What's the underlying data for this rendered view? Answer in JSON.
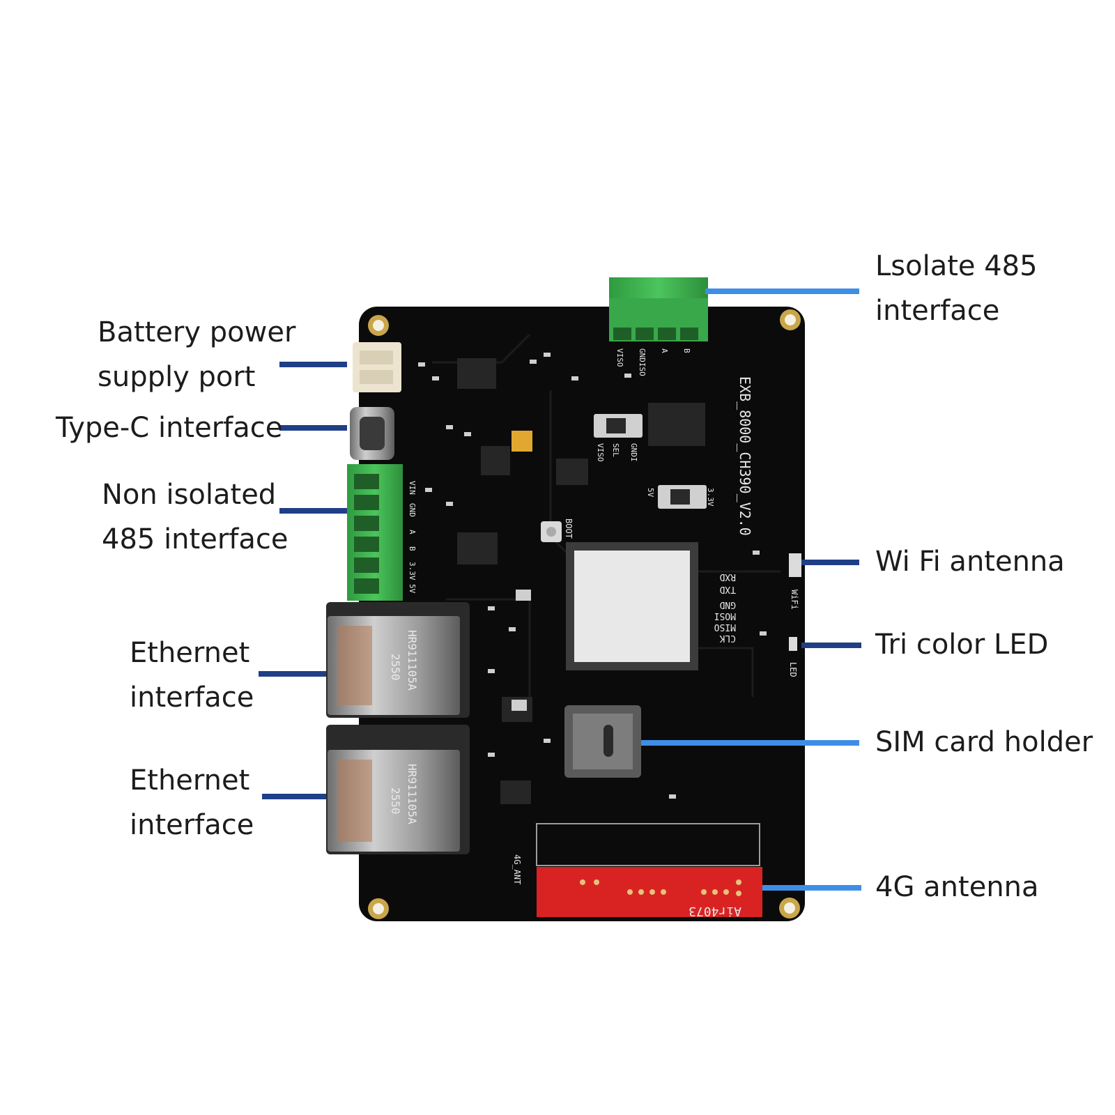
{
  "labels": {
    "isolate_485": [
      "Lsolate 485",
      "interface"
    ],
    "battery": [
      "Battery power",
      "supply port"
    ],
    "type_c": [
      "Type-C interface"
    ],
    "non_isolated_485": [
      "Non isolated",
      "485 interface"
    ],
    "wifi_antenna": [
      "Wi Fi antenna"
    ],
    "tri_color_led": [
      "Tri color LED"
    ],
    "ethernet_1": [
      "Ethernet",
      "interface"
    ],
    "ethernet_2": [
      "Ethernet",
      "interface"
    ],
    "sim_holder": [
      "SIM card holder"
    ],
    "antenna_4g": [
      "4G antenna"
    ]
  },
  "board": {
    "model": "EXB_8000_CH390_V2.0",
    "rj45_text": [
      "HR911105A",
      "2550"
    ],
    "module_text": "Air4073",
    "ant_label": "4G_ANT",
    "boot_label": "BOOT",
    "led_label": "LED",
    "wifi_label": "WiFi",
    "pin_labels": [
      "RXD",
      "TXD",
      "GND",
      "MOSI",
      "MISO",
      "CLK"
    ],
    "terminal_labels": [
      "VIN",
      "GND",
      "A",
      "B",
      "3.3V",
      "5V"
    ],
    "top_terminal_labels": [
      "VISO",
      "GNDISO",
      "A",
      "B"
    ],
    "switch_labels": [
      "VISO",
      "SEL",
      "GNDI",
      "5V",
      "3.3V"
    ]
  },
  "colors": {
    "pcb": "#0b0b0b",
    "terminal_green": "#3fb24f",
    "module_red": "#d92323",
    "leader_dark": "#1f3f86",
    "leader_light": "#3f8ee6"
  }
}
